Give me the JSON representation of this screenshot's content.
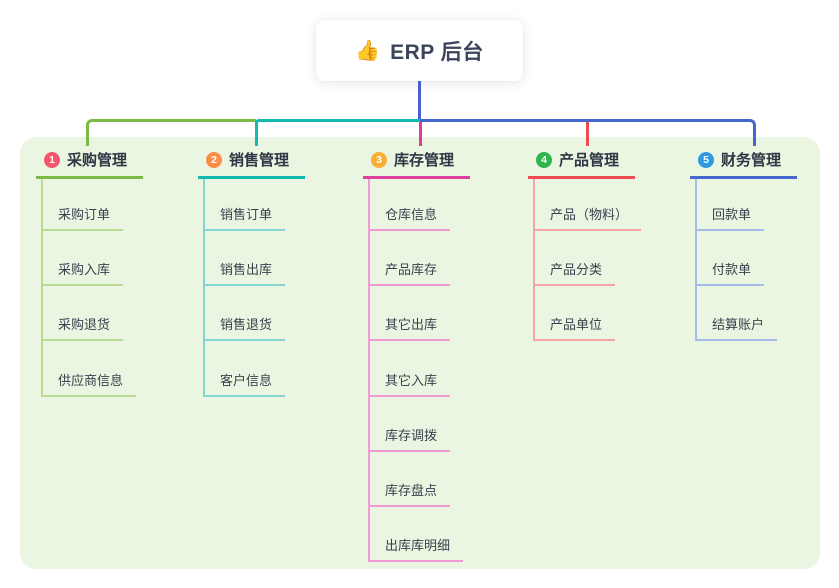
{
  "root": {
    "icon": "👍",
    "title": "ERP 后台"
  },
  "colors": {
    "root_line": "#4a61d2",
    "panel_bg": "#eaf6e2",
    "text_dark": "#2e3743",
    "node_bg": "#ffffff"
  },
  "branches": [
    {
      "number": "1",
      "label": "采购管理",
      "badge_color": "#f5566d",
      "line_color": "#7cba46",
      "child_line_color": "#b9dc92",
      "children": [
        "采购订单",
        "采购入库",
        "采购退货",
        "供应商信息"
      ]
    },
    {
      "number": "2",
      "label": "销售管理",
      "badge_color": "#fb8d45",
      "line_color": "#13b9af",
      "child_line_color": "#84d6d0",
      "children": [
        "销售订单",
        "销售出库",
        "销售退货",
        "客户信息"
      ]
    },
    {
      "number": "3",
      "label": "库存管理",
      "badge_color": "#f9ad32",
      "line_color": "#dd3f9f",
      "child_line_color": "#f29ad2",
      "children": [
        "仓库信息",
        "产品库存",
        "其它出库",
        "其它入库",
        "库存调拨",
        "库存盘点",
        "出库库明细"
      ]
    },
    {
      "number": "4",
      "label": "产品管理",
      "badge_color": "#2fb44a",
      "line_color": "#ef4b52",
      "child_line_color": "#f9a3a7",
      "children": [
        "产品（物料）",
        "产品分类",
        "产品单位"
      ]
    },
    {
      "number": "5",
      "label": "财务管理",
      "badge_color": "#2e9ae0",
      "line_color": "#4468cf",
      "child_line_color": "#a8bce9",
      "children": [
        "回款单",
        "付款单",
        "结算账户"
      ]
    }
  ]
}
